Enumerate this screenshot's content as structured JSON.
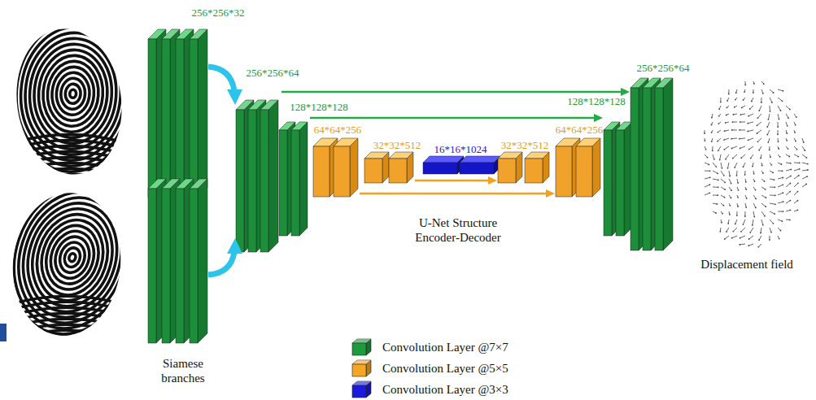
{
  "diagram": {
    "labels": [
      "256*256*32",
      "256*256*64",
      "128*128*128",
      "64*64*256",
      "32*32*512",
      "16*16*1024",
      "32*32*512",
      "64*64*256",
      "128*128*128",
      "256*256*64",
      "U-Net Structure Encoder-Decoder",
      "Displacement field",
      "Siamese branches"
    ],
    "legend": [
      {
        "text": "Convolution Layer @7×7",
        "color": "#1e9a3c"
      },
      {
        "text": "Convolution Layer @5×5",
        "color": "#f5a623"
      },
      {
        "text": "Convolution Layer @3×3",
        "color": "#1a1adc"
      }
    ]
  }
}
